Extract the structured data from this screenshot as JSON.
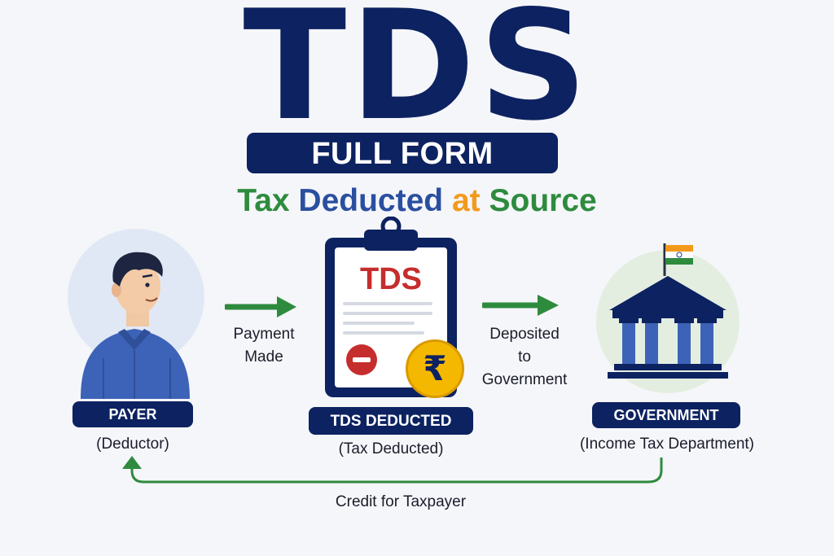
{
  "header": {
    "title": "TDS",
    "subtitle": "FULL FORM",
    "full_form": {
      "word1": "Tax",
      "word2": "Deducted",
      "word3": "at",
      "word4": "Source"
    }
  },
  "payer": {
    "label": "PAYER",
    "caption": "(Deductor)"
  },
  "arrow_left": {
    "line1": "Payment",
    "line2": "Made"
  },
  "clipboard": {
    "heading": "TDS",
    "label": "TDS DEDUCTED",
    "caption": "(Tax Deducted)",
    "coin_symbol": "₹"
  },
  "arrow_right": {
    "line1": "Deposited",
    "line2": "to",
    "line3": "Government"
  },
  "government": {
    "label": "GOVERNMENT",
    "caption": "(Income Tax Department)"
  },
  "return_flow": {
    "label": "Credit for Taxpayer"
  },
  "colors": {
    "navy": "#0d2260",
    "green": "#2e8b3e",
    "blue": "#2a4fa0",
    "orange": "#f39a1c",
    "red": "#c62d2d",
    "gold": "#f5b800"
  },
  "icons": [
    "person-icon",
    "arrow-right-icon",
    "clipboard-icon",
    "minus-circle-icon",
    "rupee-coin-icon",
    "bank-building-icon",
    "india-flag-icon",
    "return-arrow-icon"
  ]
}
